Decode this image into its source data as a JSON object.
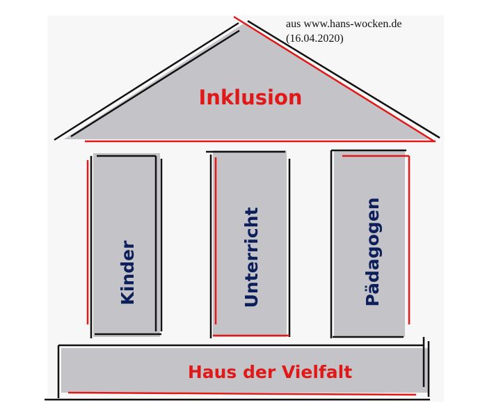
{
  "source": {
    "line1": "aus www.hans-wocken.de",
    "line2": "(16.04.2020)"
  },
  "roof": {
    "label": "Inklusion"
  },
  "pillars": [
    {
      "label": "Kinder"
    },
    {
      "label": "Unterricht"
    },
    {
      "label": "Pädagogen"
    }
  ],
  "base": {
    "label": "Haus der Vielfalt"
  },
  "colors": {
    "fill": "#c4c4c8",
    "red": "#e01818",
    "navy": "#0d1f5a",
    "line": "#111111"
  }
}
